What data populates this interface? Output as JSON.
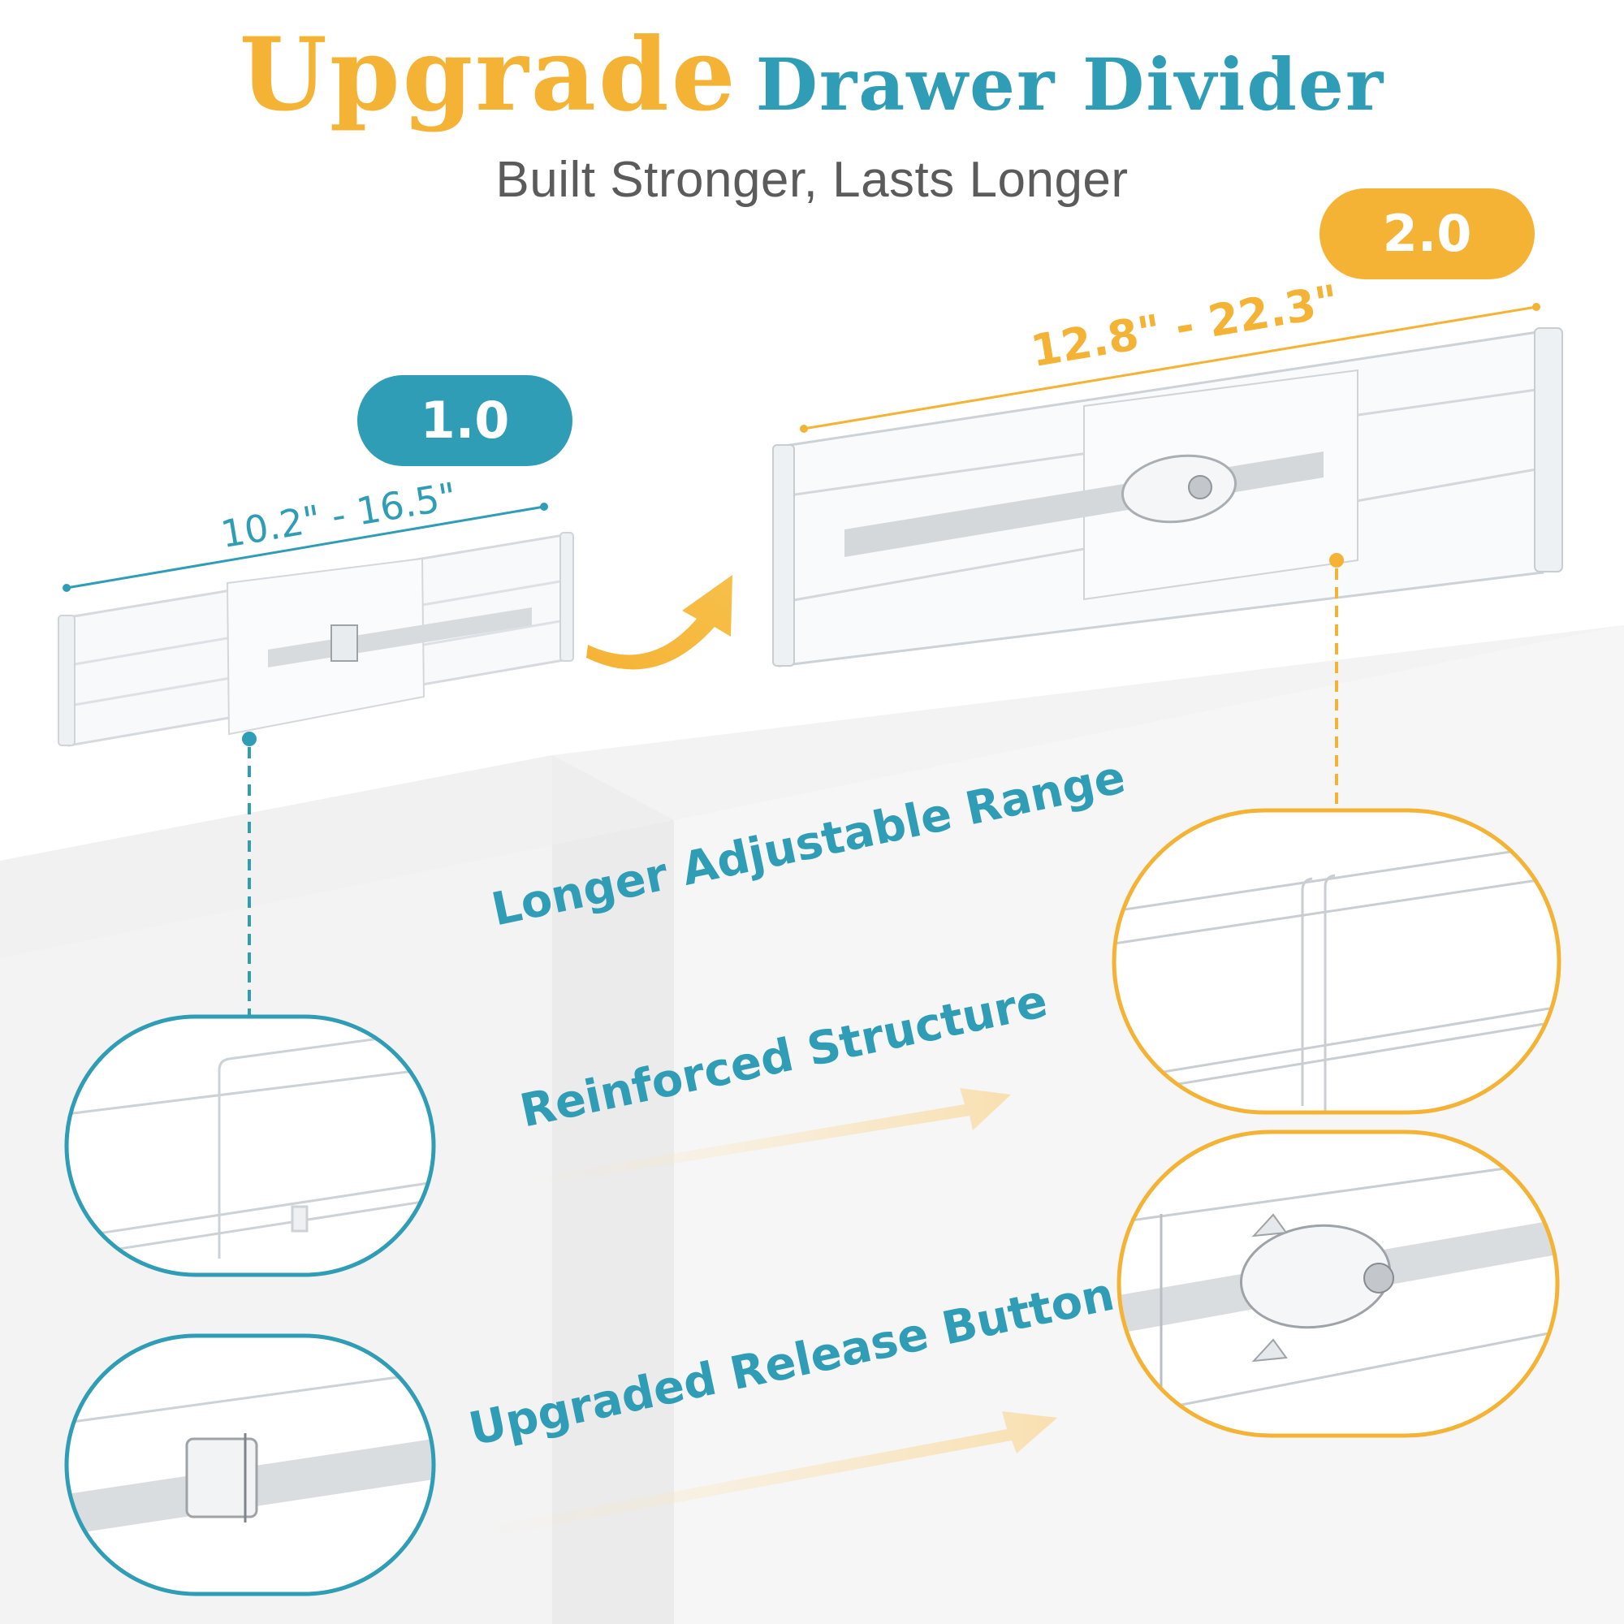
{
  "header": {
    "title_word_1": "Upgrade",
    "title_word_2": "Drawer Divider",
    "subtitle": "Built Stronger, Lasts Longer"
  },
  "versions": {
    "old": {
      "badge": "1.0",
      "range": "10.2\" - 16.5\""
    },
    "new": {
      "badge": "2.0",
      "range": "12.8\" - 22.3\""
    }
  },
  "features": [
    {
      "label": "Longer Adjustable Range"
    },
    {
      "label": "Reinforced Structure"
    },
    {
      "label": "Upgraded Release Button"
    }
  ],
  "colors": {
    "accent_orange": "#F5B335",
    "accent_teal": "#2F9DB5",
    "subtitle_gray": "#5B5B5B"
  }
}
